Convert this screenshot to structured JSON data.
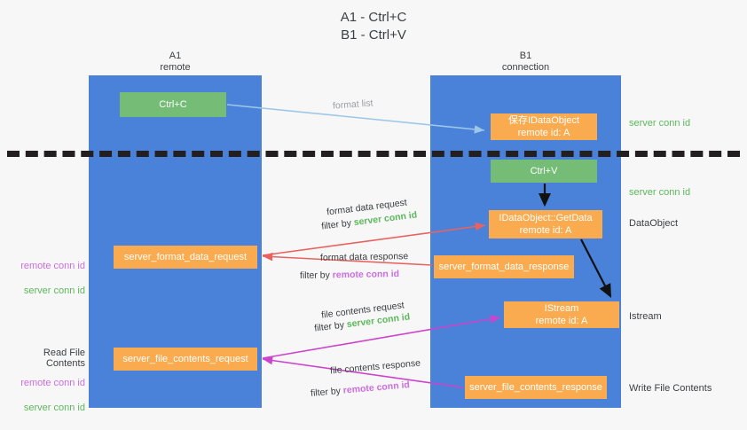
{
  "title": "A1 - Ctrl+C\nB1 - Ctrl+V",
  "lanes": {
    "left": {
      "header": "A1\nremote"
    },
    "right": {
      "header": "B1\nconnection"
    }
  },
  "nodes": {
    "ctrl_c": {
      "label": "Ctrl+C",
      "color": "#75bd77"
    },
    "save_dataobject": {
      "label": "保存IDataObject\nremote id: A",
      "color": "#fbab4f"
    },
    "ctrl_v": {
      "label": "Ctrl+V",
      "color": "#75bd77"
    },
    "getdata": {
      "label": "IDataObject::GetData\nremote id: A",
      "color": "#fbab4f"
    },
    "server_format_data_request": {
      "label": "server_format_data_request",
      "color": "#fbab4f"
    },
    "server_format_data_response": {
      "label": "server_format_data_response",
      "color": "#fbab4f"
    },
    "istream": {
      "label": "IStream\nremote id: A",
      "color": "#fbab4f"
    },
    "server_file_contents_request": {
      "label": "server_file_contents_request",
      "color": "#fbab4f"
    },
    "server_file_contents_response": {
      "label": "server_file_contents_response",
      "color": "#fbab4f"
    }
  },
  "edges": {
    "format_list": "format list",
    "format_data_request": "format data request",
    "format_data_request_filter_lead": "filter by ",
    "format_data_request_filter_key": "server conn id",
    "format_data_response": "format data response",
    "format_data_response_filter_lead": "filter by ",
    "format_data_response_filter_key": "remote conn id",
    "file_contents_request": "file contents request",
    "file_contents_request_filter_lead": "filter by ",
    "file_contents_request_filter_key": "server conn id",
    "file_contents_response": "file contents response",
    "file_contents_response_filter_lead": "filter by ",
    "file_contents_response_filter_key": "remote conn id"
  },
  "side_labels": {
    "server_conn_id_top": "server conn id",
    "server_conn_id_mid": "server conn id",
    "dataobject": "DataObject",
    "istream": "Istream",
    "write_file_contents": "Write File Contents",
    "read_file_contents": "Read File Contents",
    "left_conn_pair_1": "remote conn id\nserver conn id",
    "left_conn_pair_2": "remote conn id\nserver conn id"
  },
  "colors": {
    "lane": "#4a82da",
    "green_node": "#75bd77",
    "orange_node": "#fbab4f",
    "server_conn_id": "#5cb85c",
    "remote_conn_id": "#cc6ee0",
    "red_arrow": "#e8635f",
    "magenta_arrow": "#cc44cc",
    "blue_arrow": "#9dc7e8",
    "black_arrow": "#000000",
    "background": "#f7f7f7",
    "divider": "#231f20"
  }
}
